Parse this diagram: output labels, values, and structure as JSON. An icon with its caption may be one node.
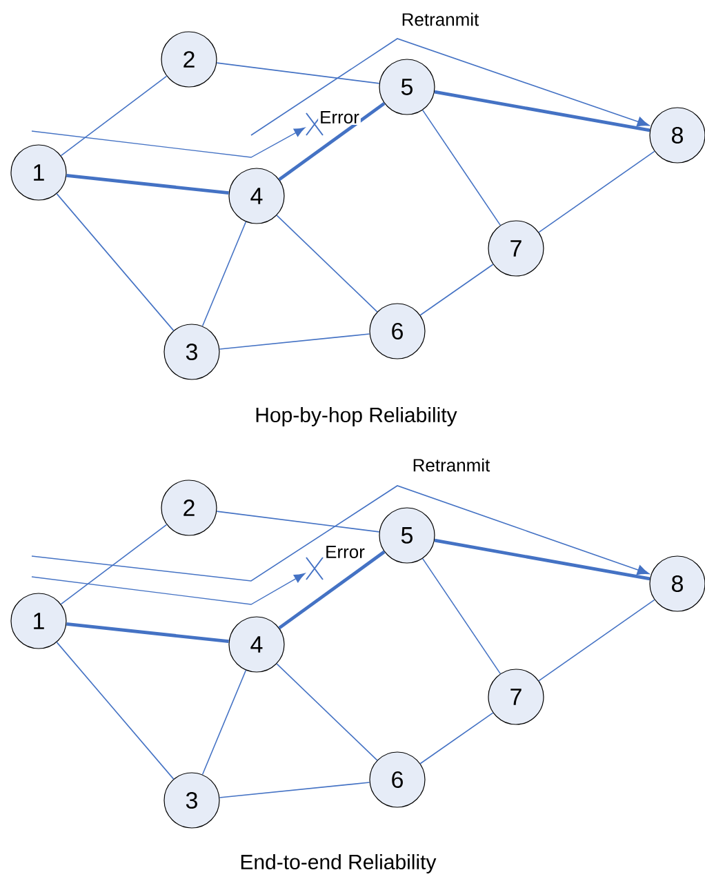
{
  "diagram": {
    "nodes": [
      {
        "text": [
          "1"
        ]
      },
      {
        "text": [
          "2"
        ]
      },
      {
        "text": [
          "3"
        ]
      },
      {
        "text": [
          "4"
        ]
      },
      {
        "text": [
          "5"
        ]
      },
      {
        "text": [
          "6"
        ]
      },
      {
        "text": [
          "7"
        ]
      },
      {
        "text": [
          "8"
        ]
      },
      {
        "text": [
          "1"
        ]
      },
      {
        "text": [
          "2"
        ]
      },
      {
        "text": [
          "3"
        ]
      },
      {
        "text": [
          "4"
        ]
      },
      {
        "text": [
          "5"
        ]
      },
      {
        "text": [
          "6"
        ]
      },
      {
        "text": [
          "7"
        ]
      },
      {
        "text": [
          "8"
        ]
      }
    ],
    "edges": [
      {
        "from": 0,
        "to": 1,
        "arrow": "none"
      },
      {
        "from": 0,
        "to": 3,
        "arrow": "none",
        "style": "thick"
      },
      {
        "from": 0,
        "to": 2,
        "arrow": "none"
      },
      {
        "from": 1,
        "to": 4,
        "arrow": "none"
      },
      {
        "from": 3,
        "to": 4,
        "arrow": "none",
        "style": "thick"
      },
      {
        "from": 3,
        "to": 2,
        "arrow": "none"
      },
      {
        "from": 3,
        "to": 5,
        "arrow": "none"
      },
      {
        "from": 2,
        "to": 5,
        "arrow": "none"
      },
      {
        "from": 4,
        "to": 6,
        "arrow": "none"
      },
      {
        "from": 4,
        "to": 7,
        "arrow": "none",
        "style": "thick"
      },
      {
        "from": 5,
        "to": 6,
        "arrow": "none"
      },
      {
        "from": 6,
        "to": 7,
        "arrow": "none"
      },
      {
        "from": null,
        "to": 7,
        "arrow": "to",
        "label": "Retranmit"
      },
      {
        "from": 8,
        "to": 9,
        "arrow": "none"
      },
      {
        "from": 8,
        "to": 11,
        "arrow": "none",
        "style": "thick"
      },
      {
        "from": 8,
        "to": 10,
        "arrow": "none"
      },
      {
        "from": 9,
        "to": 12,
        "arrow": "none"
      },
      {
        "from": 11,
        "to": 12,
        "arrow": "none",
        "style": "thick"
      },
      {
        "from": 11,
        "to": 10,
        "arrow": "none"
      },
      {
        "from": 11,
        "to": 13,
        "arrow": "none"
      },
      {
        "from": 10,
        "to": 13,
        "arrow": "none"
      },
      {
        "from": 12,
        "to": 14,
        "arrow": "none"
      },
      {
        "from": 12,
        "to": 15,
        "arrow": "none",
        "style": "thick"
      },
      {
        "from": 13,
        "to": 14,
        "arrow": "none"
      },
      {
        "from": 14,
        "to": 15,
        "arrow": "none"
      },
      {
        "from": null,
        "to": 15,
        "arrow": "to",
        "label": "Retranmit"
      }
    ],
    "labels": [
      "Error",
      "Hop-by-hop Reliability",
      "Error",
      "End-to-end Reliability"
    ]
  }
}
